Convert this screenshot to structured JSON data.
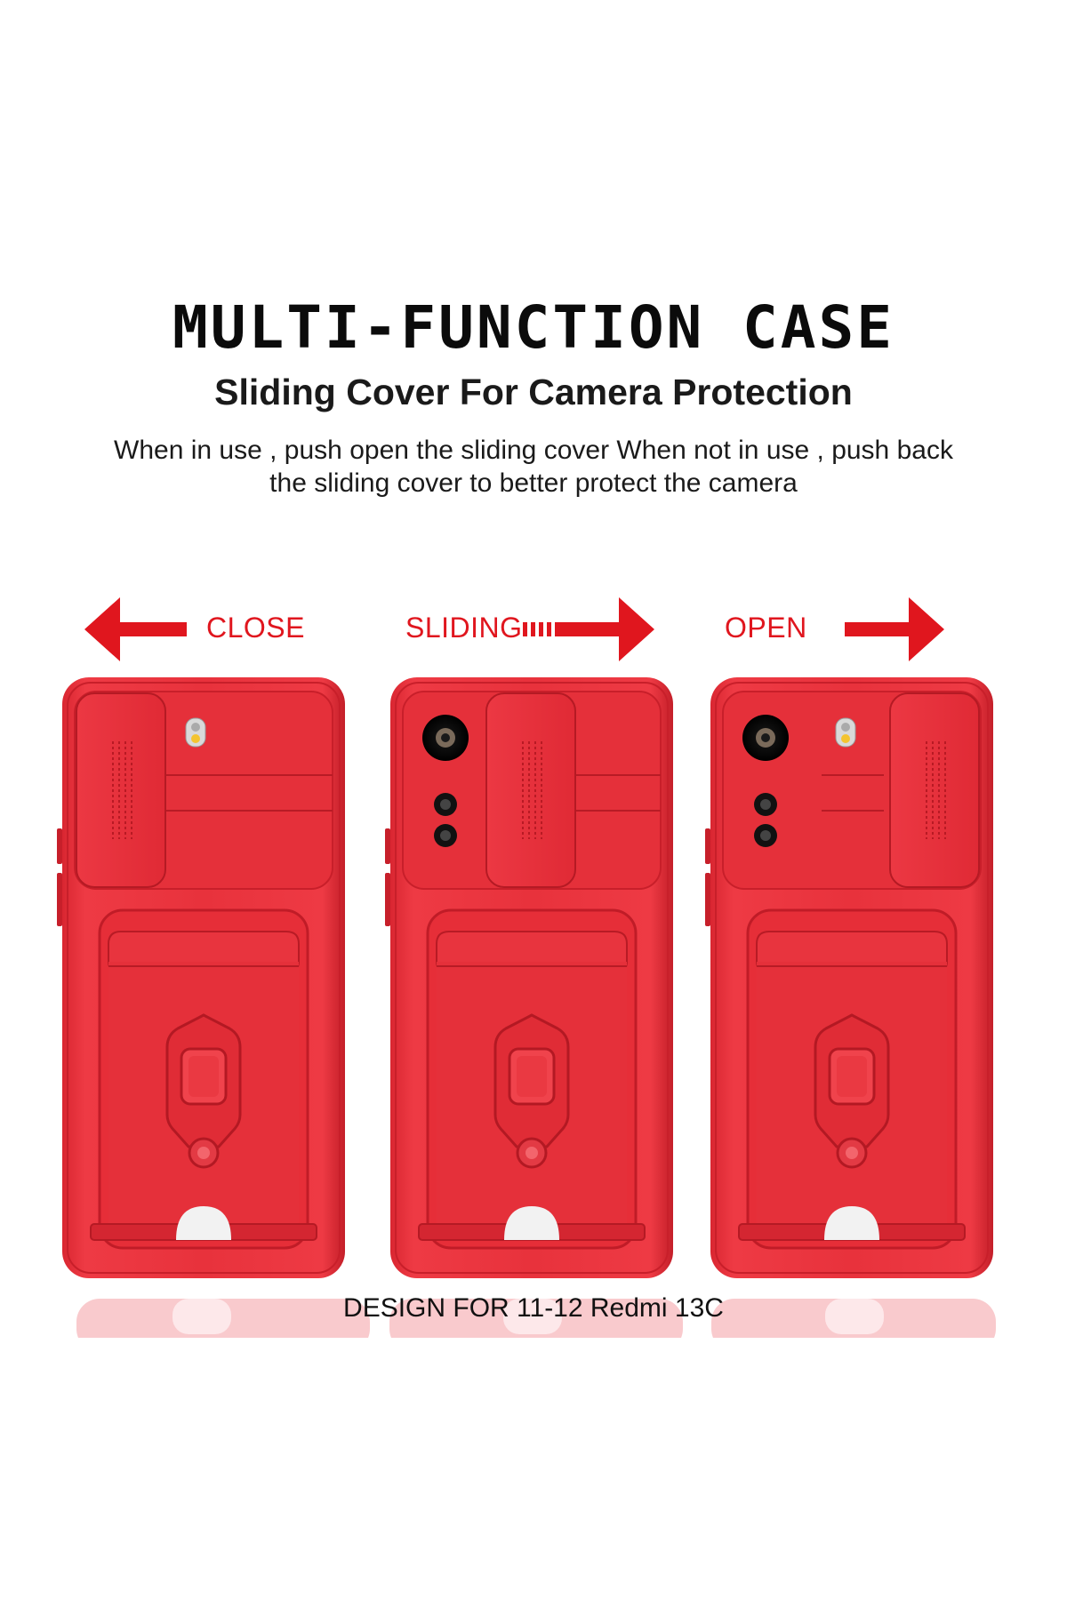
{
  "header": {
    "title": "MULTI-FUNCTION CASE",
    "subtitle": "Sliding Cover For Camera Protection",
    "description_line1": "When in use , push open the sliding cover When not in use , push back",
    "description_line2": "the sliding cover to better protect the camera"
  },
  "states": [
    {
      "label": "CLOSE",
      "arrow": "left-arrow-icon"
    },
    {
      "label": "SLIDING",
      "arrow": "right-arrow-icon"
    },
    {
      "label": "OPEN",
      "arrow": "right-arrow-icon"
    }
  ],
  "footer": {
    "text": "DESIGN FOR 11-12 Redmi 13C"
  },
  "colors": {
    "accent": "#e0161e",
    "case": "#e62e38",
    "case_dark": "#c81f2a"
  }
}
